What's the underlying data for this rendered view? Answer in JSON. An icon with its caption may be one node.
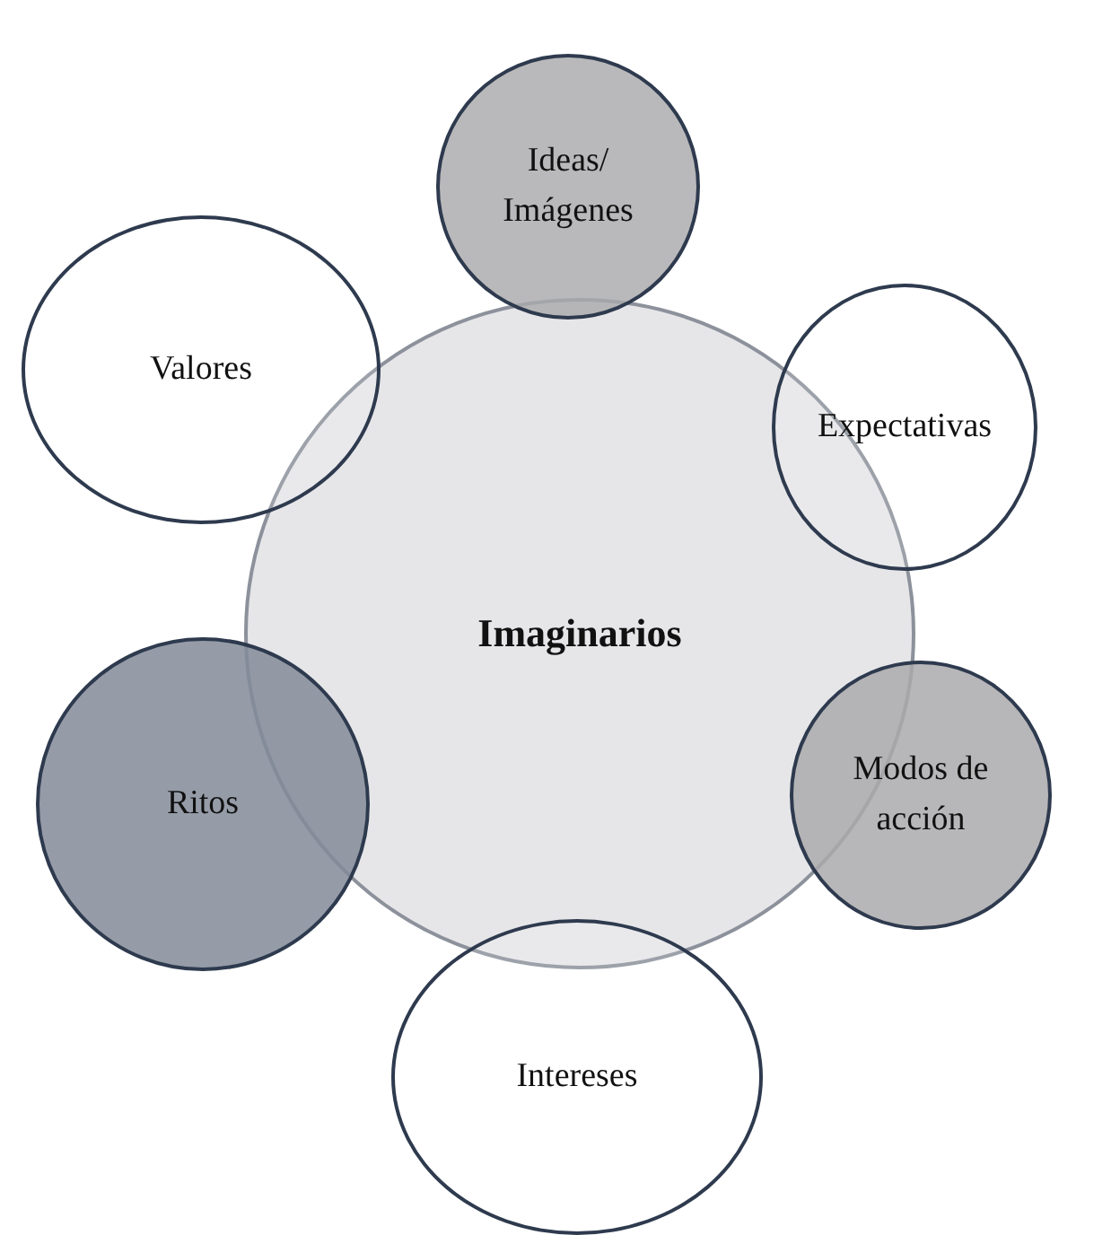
{
  "diagram": {
    "nodes": [
      {
        "text": [
          "Imaginarios"
        ]
      },
      {
        "text": [
          "Ideas/ Imágenes"
        ]
      },
      {
        "text": [
          "Expectativas"
        ]
      },
      {
        "text": [
          "Modos de acción"
        ]
      },
      {
        "text": [
          "Intereses"
        ]
      },
      {
        "text": [
          "Ritos"
        ]
      },
      {
        "text": [
          "Valores"
        ]
      }
    ],
    "edges": []
  }
}
